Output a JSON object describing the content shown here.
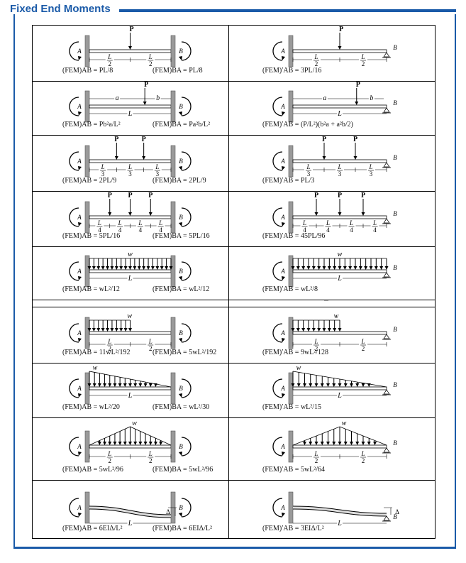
{
  "title": "Fixed End Moments",
  "accent": "#1a5aa8",
  "left_column": [
    {
      "load": "point-center",
      "eq_ab": "(FEM)AB = PL/8",
      "eq_ba": "(FEM)BA = PL/8"
    },
    {
      "load": "point-ab",
      "eq_ab": "(FEM)AB = Pb²a/L²",
      "eq_ba": "(FEM)BA = Pa²b/L²"
    },
    {
      "load": "two-point-thirds",
      "eq_ab": "(FEM)AB = 2PL/9",
      "eq_ba": "(FEM)BA = 2PL/9"
    },
    {
      "load": "three-point-quarters",
      "eq_ab": "(FEM)AB = 5PL/16",
      "eq_ba": "(FEM)BA = 5PL/16"
    },
    {
      "load": "uniform-full",
      "eq_ab": "(FEM)AB = wL²/12",
      "eq_ba": "(FEM)BA = wL²/12"
    },
    {
      "load": "uniform-half",
      "eq_ab": "(FEM)AB = 11wL²/192",
      "eq_ba": "(FEM)BA = 5wL²/192"
    },
    {
      "load": "triangular",
      "eq_ab": "(FEM)AB = wL²/20",
      "eq_ba": "(FEM)BA = wL²/30"
    },
    {
      "load": "triangular-center",
      "eq_ab": "(FEM)AB = 5wL²/96",
      "eq_ba": "(FEM)BA = 5wL²/96"
    },
    {
      "load": "settlement",
      "eq_ab": "(FEM)AB = 6EIΔ/L²",
      "eq_ba": "(FEM)BA = 6EIΔ/L²"
    }
  ],
  "right_column": [
    {
      "load": "point-center",
      "eq": "(FEM)′AB = 3PL/16"
    },
    {
      "load": "point-ab",
      "eq": "(FEM)′AB = (P/L²)(b²a + a²b/2)"
    },
    {
      "load": "two-point-thirds",
      "eq": "(FEM)′AB = PL/3"
    },
    {
      "load": "three-point-quarters",
      "eq": "(FEM)′AB = 45PL/96"
    },
    {
      "load": "uniform-full",
      "eq": "(FEM)′AB = wL²/8"
    },
    {
      "load": "uniform-half",
      "eq": "(FEM)′AB = 9wL²/128"
    },
    {
      "load": "triangular",
      "eq": "(FEM)′AB = wL²/15"
    },
    {
      "load": "triangular-center",
      "eq": "(FEM)′AB = 5wL²/64"
    },
    {
      "load": "settlement",
      "eq": "(FEM)′AB = 3EIΔ/L²"
    }
  ],
  "labels": {
    "A": "A",
    "B": "B",
    "P": "P",
    "w": "w",
    "L": "L",
    "L2": "L/2",
    "L3": "L/3",
    "L4": "L/4",
    "a": "a",
    "b": "b",
    "delta": "Δ"
  },
  "sep_mark": "—"
}
